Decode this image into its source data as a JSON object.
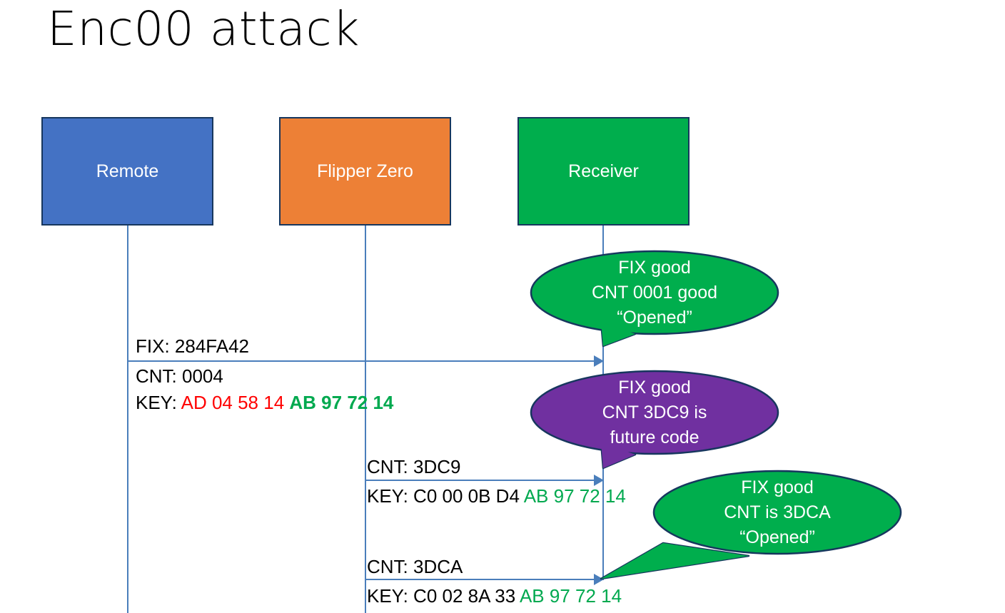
{
  "slide": {
    "title": "Enc00 attack"
  },
  "actors": [
    {
      "name": "remote",
      "label": "Remote",
      "color": "#4472C4",
      "border": "#17375E"
    },
    {
      "name": "flipper",
      "label": "Flipper Zero",
      "color": "#ED8036",
      "border": "#17375E"
    },
    {
      "name": "receiver",
      "label": "Receiver",
      "color": "#00AE4D",
      "border": "#17375E"
    }
  ],
  "messages": [
    {
      "name": "message-1",
      "above": "FIX: 284FA42",
      "line1": "CNT: 0004",
      "line2_label": "KEY: ",
      "line2_red": "AD 04 58 14",
      "line2_green": "AB 97 72 14"
    },
    {
      "name": "message-2",
      "above": "CNT: 3DC9",
      "line2_label": "KEY: C0 00 0B D4 ",
      "line2_green": "AB 97 72 14"
    },
    {
      "name": "message-3",
      "above": "CNT: 3DCA",
      "line2_label": "KEY: C0 02 8A 33 ",
      "line2_green": "AB 97 72 14"
    }
  ],
  "callouts": [
    {
      "name": "callout-1",
      "color": "#00AE4D",
      "border": "#17375E",
      "lines": [
        "FIX good",
        "CNT 0001 good",
        "“Opened”"
      ]
    },
    {
      "name": "callout-2",
      "color": "#7030A0",
      "border": "#17375E",
      "lines": [
        "FIX good",
        "CNT 3DC9 is",
        "future code"
      ]
    },
    {
      "name": "callout-3",
      "color": "#00AE4D",
      "border": "#17375E",
      "lines": [
        "FIX good",
        "CNT is 3DCA",
        "“Opened”"
      ]
    }
  ],
  "colors": {
    "hex_red": "#FF0000",
    "hex_green": "#00A94F",
    "line_blue": "#4A7EBB"
  }
}
